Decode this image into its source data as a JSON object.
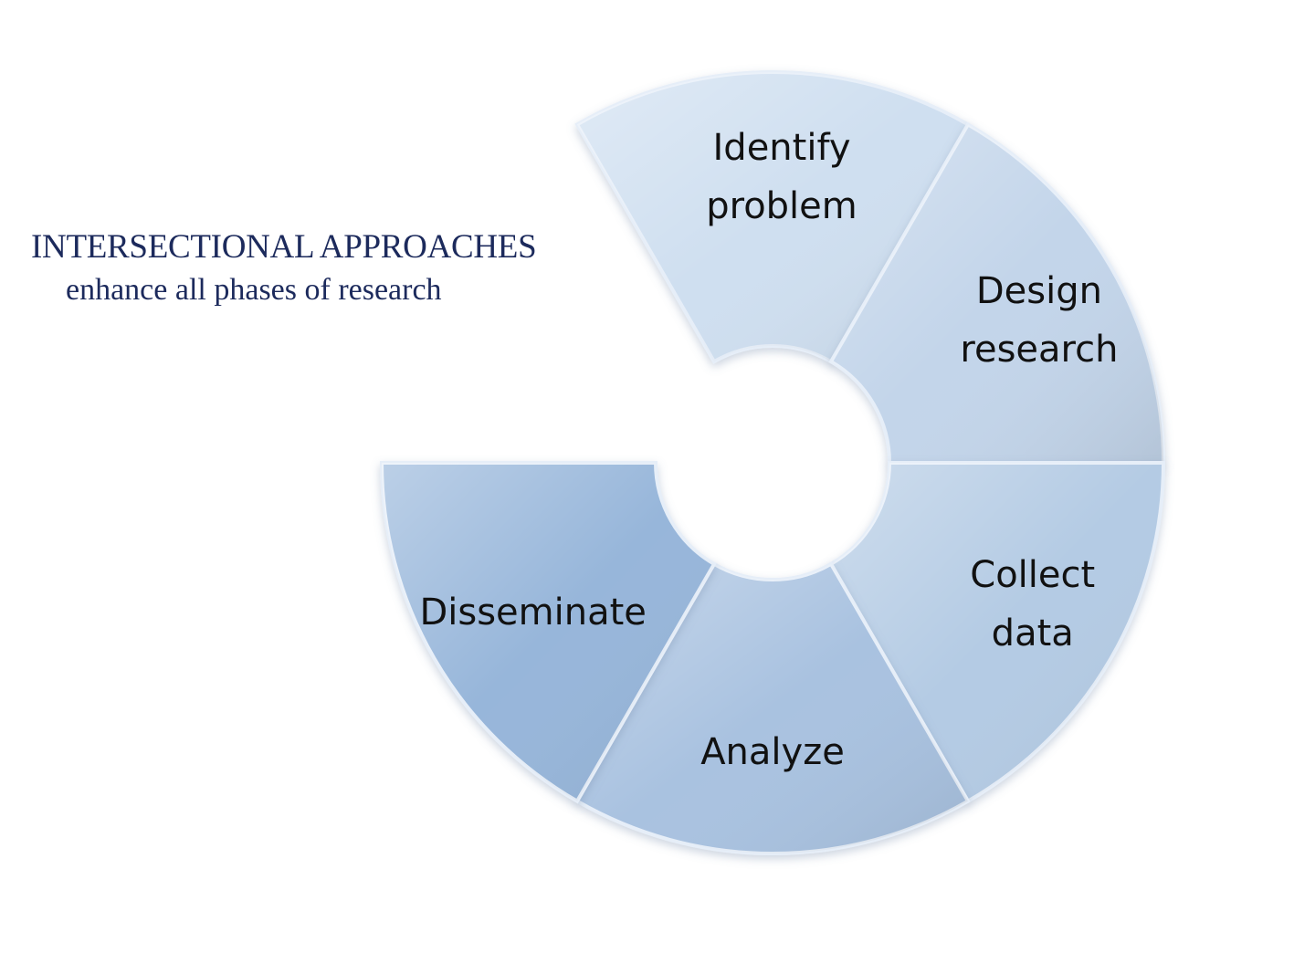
{
  "title": "INTERSECTIONAL APPROACHES",
  "subtitle": "enhance all phases of research",
  "segments": [
    {
      "label_lines": [
        "Identify",
        "problem"
      ],
      "color": "#cfdff0"
    },
    {
      "label_lines": [
        "Design",
        "research"
      ],
      "color": "#c3d5ea"
    },
    {
      "label_lines": [
        "Collect",
        "data"
      ],
      "color": "#b4cbe4"
    },
    {
      "label_lines": [
        "Analyze"
      ],
      "color": "#a9c2e0"
    },
    {
      "label_lines": [
        "Disseminate"
      ],
      "color": "#97b6da"
    }
  ],
  "colors": {
    "title_text": "#1c2a5c",
    "segment_text": "#111111",
    "segment_edge": "#e6eef8"
  }
}
